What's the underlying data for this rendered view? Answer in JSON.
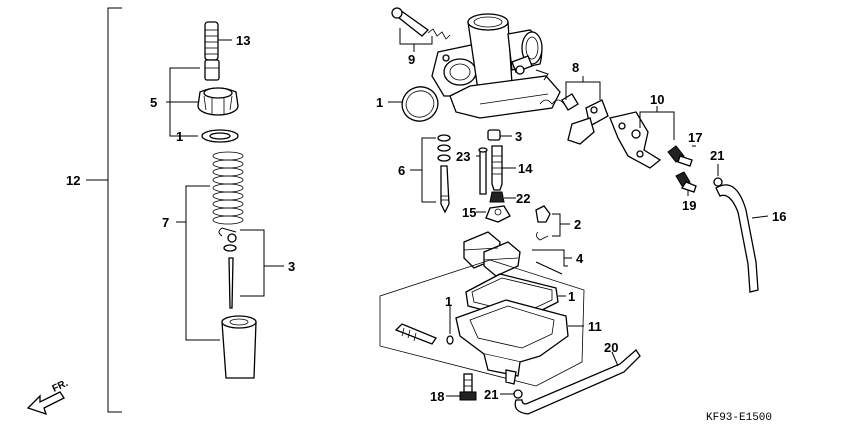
{
  "callouts": {
    "c1_ring_left": "1",
    "c1_bowl_small": "1",
    "c1_gasket_right": "1",
    "c1_oring_body": "1",
    "c2": "2",
    "c3_needle_clip": "3",
    "c3_jet_top": "3",
    "c4": "4",
    "c5": "5",
    "c6": "6",
    "c7": "7",
    "c8": "8",
    "c9": "9",
    "c10": "10",
    "c11": "11",
    "c12": "12",
    "c13": "13",
    "c14": "14",
    "c15": "15",
    "c16": "16",
    "c17": "17",
    "c18": "18",
    "c19": "19",
    "c20": "20",
    "c21_top": "21",
    "c21_bottom": "21",
    "c22": "22",
    "c23": "23"
  },
  "direction_label": "FR.",
  "diagram_code": "KF93-E1500"
}
